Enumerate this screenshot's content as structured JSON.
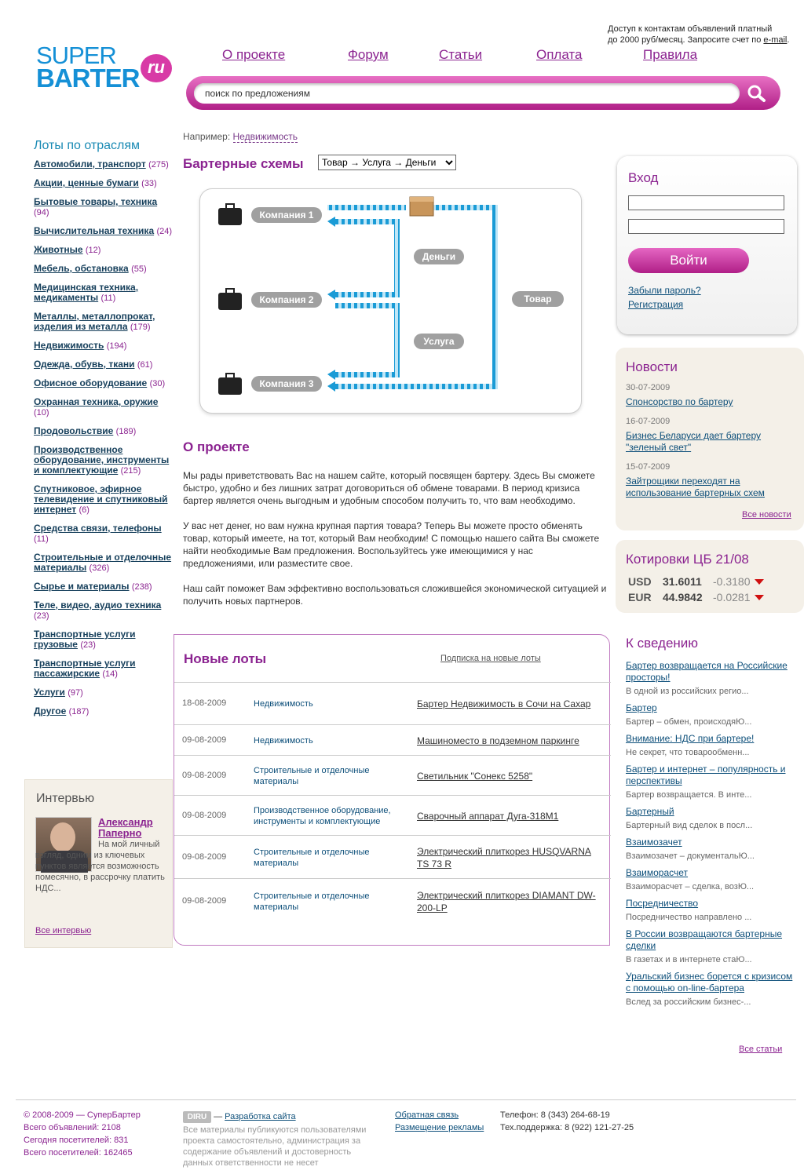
{
  "header": {
    "note_line1": "Доступ к контактам объявлений платный",
    "note_line2": "до 2000 руб/месяц. Запросите счет по",
    "note_link": "e-mail",
    "note_end": ".",
    "logo_super": "SUPER",
    "logo_barter": "BARTER",
    "logo_ru": "ru"
  },
  "nav": [
    "О проекте",
    "Форум",
    "Статьи",
    "Оплата",
    "Правила"
  ],
  "search": {
    "placeholder": "поиск по предложениям"
  },
  "example": {
    "label": "Например:",
    "link": "Недвижимость"
  },
  "categories": {
    "title": "Лоты по отраслям",
    "items": [
      {
        "label": "Автомобили, транспорт",
        "count": "(275)"
      },
      {
        "label": "Акции, ценные бумаги",
        "count": "(33)"
      },
      {
        "label": "Бытовые товары, техника",
        "count": "(94)"
      },
      {
        "label": "Вычислительная техника",
        "count": "(24)"
      },
      {
        "label": "Животные",
        "count": "(12)"
      },
      {
        "label": "Мебель, обстановка",
        "count": "(55)"
      },
      {
        "label": "Медицинская техника, медикаменты",
        "count": "(11)"
      },
      {
        "label": "Металлы, металлопрокат, изделия из металла",
        "count": "(179)"
      },
      {
        "label": "Недвижимость",
        "count": "(194)"
      },
      {
        "label": "Одежда, обувь, ткани",
        "count": "(61)"
      },
      {
        "label": "Офисное оборудование",
        "count": "(30)"
      },
      {
        "label": "Охранная техника, оружие",
        "count": "(10)"
      },
      {
        "label": "Продовольствие",
        "count": "(189)"
      },
      {
        "label": "Производственное оборудование, инструменты и комплектующие",
        "count": "(215)"
      },
      {
        "label": "Спутниковое, эфирное телевидение и спутниковый интернет",
        "count": "(6)"
      },
      {
        "label": "Средства связи, телефоны",
        "count": "(11)"
      },
      {
        "label": "Строительные и отделочные материалы",
        "count": "(326)"
      },
      {
        "label": "Сырье и материалы",
        "count": "(238)"
      },
      {
        "label": "Теле, видео, аудио техника",
        "count": "(23)"
      },
      {
        "label": "Транспортные услуги грузовые",
        "count": "(23)"
      },
      {
        "label": "Транспортные услуги пассажирские",
        "count": "(14)"
      },
      {
        "label": "Услуги",
        "count": "(97)"
      },
      {
        "label": "Другое",
        "count": "(187)"
      }
    ]
  },
  "interview": {
    "title": "Интервью",
    "name": "Александр Паперно",
    "quote": "На мой личный взгляд, одним из ключевых пунктов является возможность помесячно, в рассрочку платить НДС...",
    "all_link": "Все интервью"
  },
  "schemes": {
    "title": "Бартерные схемы",
    "selected": "Товар → Услуга → Деньги",
    "companies": [
      "Компания 1",
      "Компания 2",
      "Компания 3"
    ],
    "labels": {
      "money": "Деньги",
      "service": "Услуга",
      "goods": "Товар"
    }
  },
  "about": {
    "title": "О проекте",
    "p1": "Мы рады приветствовать Вас  на нашем сайте, который посвящен бартеру. Здесь Вы сможете быстро, удобно и без лишних затрат договориться об обмене товарами. В период кризиса бартер является очень выгодным и удобным способом получить то, что вам необходимо.",
    "p2": "У вас нет денег, но вам нужна крупная партия товара? Теперь Вы можете просто обменять товар, который имеете, на тот, который Вам необходим!  С помощью нашего сайта Вы сможете найти необходимые Вам предложения. Воспользуйтесь уже имеющимися у нас предложениями, или разместите свое.",
    "p3": "Наш сайт поможет Вам эффективно воспользоваться сложившейся экономической ситуацией  и получить новых партнеров."
  },
  "new_lots": {
    "title": "Новые лоты",
    "subscribe": "Подписка на новые лоты",
    "rows": [
      {
        "date": "18-08-2009",
        "category": "Недвижимость",
        "title": "Бартер Недвижимость в Сочи на Сахар"
      },
      {
        "date": "09-08-2009",
        "category": "Недвижимость",
        "title": "Машиноместо в подземном паркинге"
      },
      {
        "date": "09-08-2009",
        "category": "Строительные и отделочные материалы",
        "title": "Светильник \"Сонекс 5258\""
      },
      {
        "date": "09-08-2009",
        "category": "Производственное оборудование, инструменты и комплектующие",
        "title": "Сварочный аппарат Дуга-318М1"
      },
      {
        "date": "09-08-2009",
        "category": "Строительные и отделочные материалы",
        "title": "Электрический плиткорез HUSQVARNA TS 73 R"
      },
      {
        "date": "09-08-2009",
        "category": "Строительные и отделочные материалы",
        "title": "Электрический плиткорез DIAMANT DW-200-LP"
      }
    ]
  },
  "login": {
    "title": "Вход",
    "button": "Войти",
    "forgot": "Забыли пароль?",
    "register": "Регистрация"
  },
  "news": {
    "title": "Новости",
    "items": [
      {
        "date": "30-07-2009",
        "title": "Спонсорство по бартеру"
      },
      {
        "date": "16-07-2009",
        "title": "Бизнес Беларуси дает бартеру \"зеленый свет\""
      },
      {
        "date": "15-07-2009",
        "title": "Зайтрощики переходят на использование бартерных схем"
      }
    ],
    "all": "Все новости"
  },
  "rates": {
    "title": "Котировки ЦБ 21/08",
    "items": [
      {
        "cur": "USD",
        "value": "31.6011",
        "change": "-0.3180"
      },
      {
        "cur": "EUR",
        "value": "44.9842",
        "change": "-0.0281"
      }
    ],
    "down_color": "#d01010"
  },
  "info": {
    "title": "К сведению",
    "items": [
      {
        "title": "Бартер возвращается на Российские просторы!",
        "excerpt": "В одной из российских регио..."
      },
      {
        "title": "Бартер",
        "excerpt": "Бартер – обмен, происходяЮ..."
      },
      {
        "title": "Внимание: НДС при бартере!",
        "excerpt": "Не секрет, что товарообменн..."
      },
      {
        "title": "Бартер и интернет – популярность и перспективы",
        "excerpt": "Бартер возвращается. В инте..."
      },
      {
        "title": "Бартерный",
        "excerpt": "Бартерный вид сделок в посл..."
      },
      {
        "title": "Взаимозачет",
        "excerpt": "Взаимозачет – документальЮ..."
      },
      {
        "title": "Взаиморасчет",
        "excerpt": "Взаиморасчет – сделка, возЮ..."
      },
      {
        "title": "Посредничество",
        "excerpt": "Посредничество направлено ..."
      },
      {
        "title": "В России возвращаются бартерные сделки",
        "excerpt": "В газетах и в интернете стаЮ..."
      },
      {
        "title": "Уральский бизнес борется с кризисом с помощью on-line-бартера",
        "excerpt": "Вслед за российским бизнес-..."
      }
    ],
    "all": "Все статьи"
  },
  "footer": {
    "copyright": "© 2008-2009 — СуперБартер",
    "total_ads": "Всего объявлений: 2108",
    "today_visitors": "Сегодня посетителей: 831",
    "total_visitors": "Всего посетителей: 162465",
    "dev_logo": "DIRU",
    "dev_sep": "—",
    "dev_link": "Разработка сайта",
    "disclaimer": "Все материалы публикуются пользователями проекта самостоятельно, администрация за содержание объявлений и достоверность данных ответственности не несет",
    "feedback": "Обратная связь",
    "ads": "Размещение рекламы",
    "phone": "Телефон: 8 (343) 264-68-19",
    "support": "Тех.поддержка: 8 (922) 121-27-25"
  },
  "colors": {
    "brand_magenta": "#8b2390",
    "brand_blue": "#1590d6",
    "link": "#0d4f7a"
  }
}
